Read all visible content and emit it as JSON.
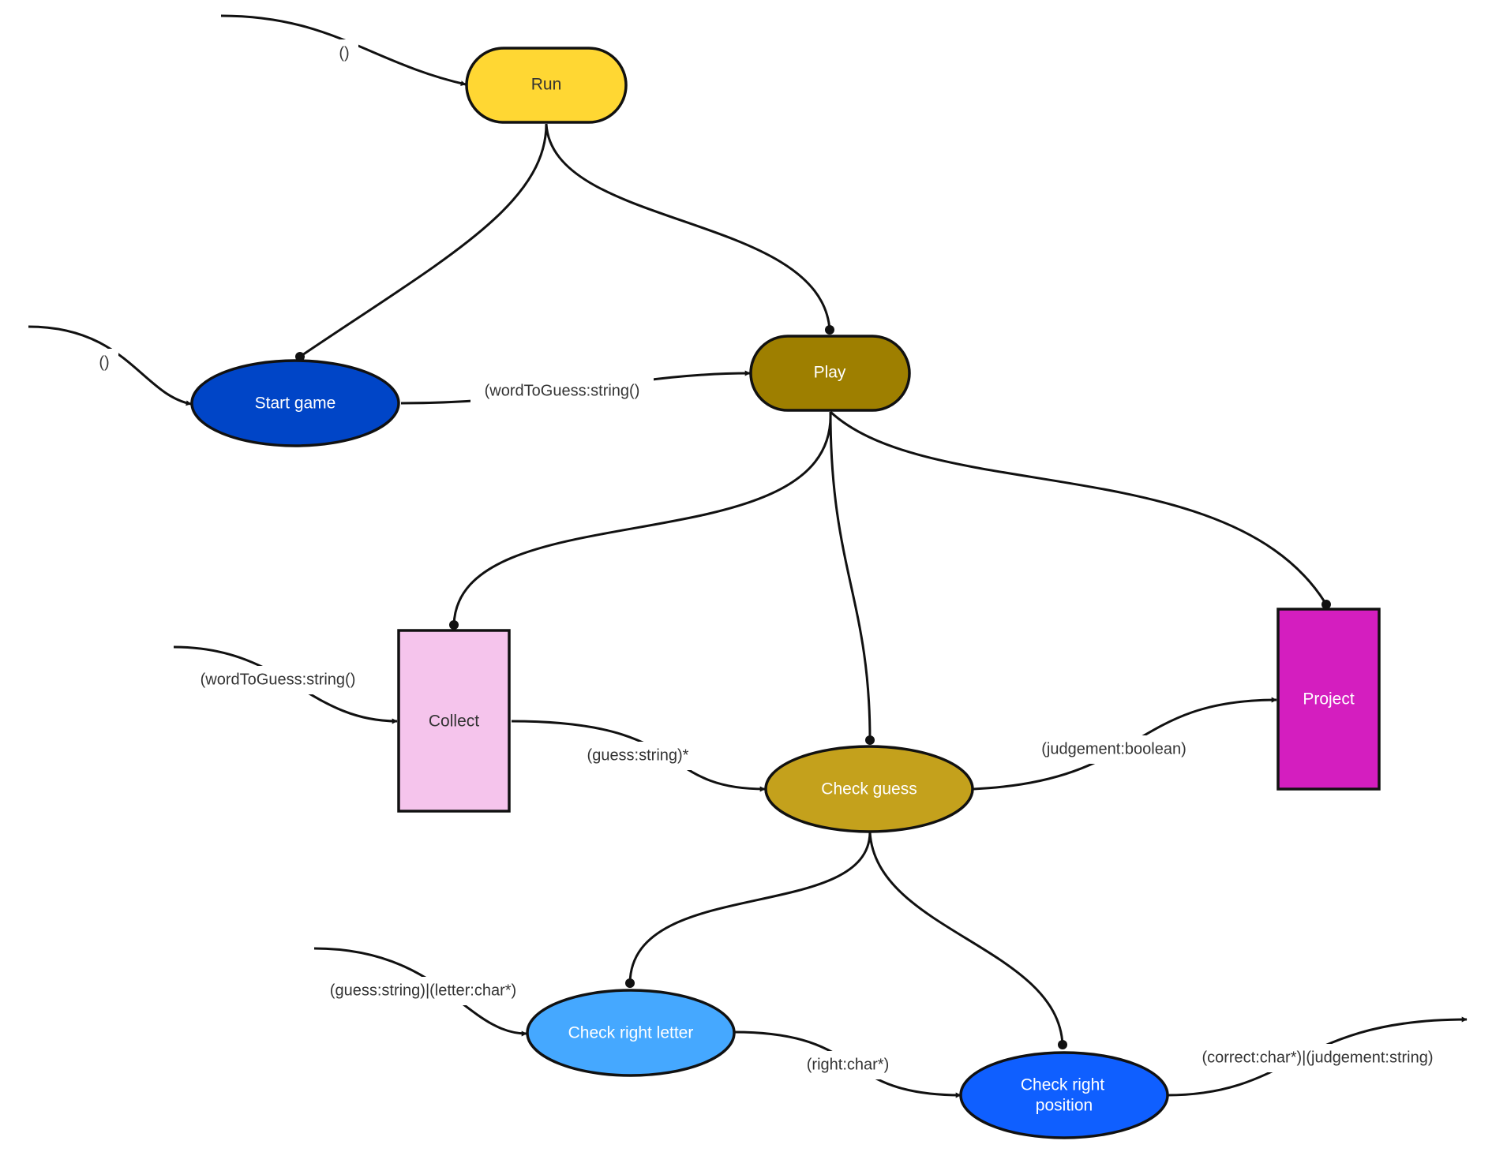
{
  "diagram": {
    "nodes": {
      "run": {
        "label": "Run",
        "fill": "#FFD733",
        "text_color": "#333333"
      },
      "play": {
        "label": "Play",
        "fill": "#9E7F00",
        "text_color": "#ffffff"
      },
      "start_game": {
        "label": "Start game",
        "fill": "#0045C7",
        "text_color": "#ffffff"
      },
      "collect": {
        "label": "Collect",
        "fill": "#F5C4EC",
        "text_color": "#333333"
      },
      "check_guess": {
        "label": "Check guess",
        "fill": "#C4A11C",
        "text_color": "#ffffff"
      },
      "project": {
        "label": "Project",
        "fill": "#D41EBF",
        "text_color": "#ffffff"
      },
      "check_right_letter": {
        "label": "Check right letter",
        "fill": "#45A8FF",
        "text_color": "#ffffff"
      },
      "check_right_position": {
        "label_line1": "Check right",
        "label_line2": "position",
        "fill": "#0F5FFF",
        "text_color": "#ffffff"
      }
    },
    "edge_labels": {
      "into_run": "()",
      "into_start_game": "()",
      "start_to_play": "(wordToGuess:string()",
      "into_collect": "(wordToGuess:string()",
      "collect_to_check_guess": "(guess:string)*",
      "check_guess_to_project": "(judgement:boolean)",
      "into_check_right_letter": "(guess:string)|(letter:char*)",
      "letter_to_position": "(right:char*)",
      "out_of_position": "(correct:char*)|(judgement:string)"
    }
  }
}
